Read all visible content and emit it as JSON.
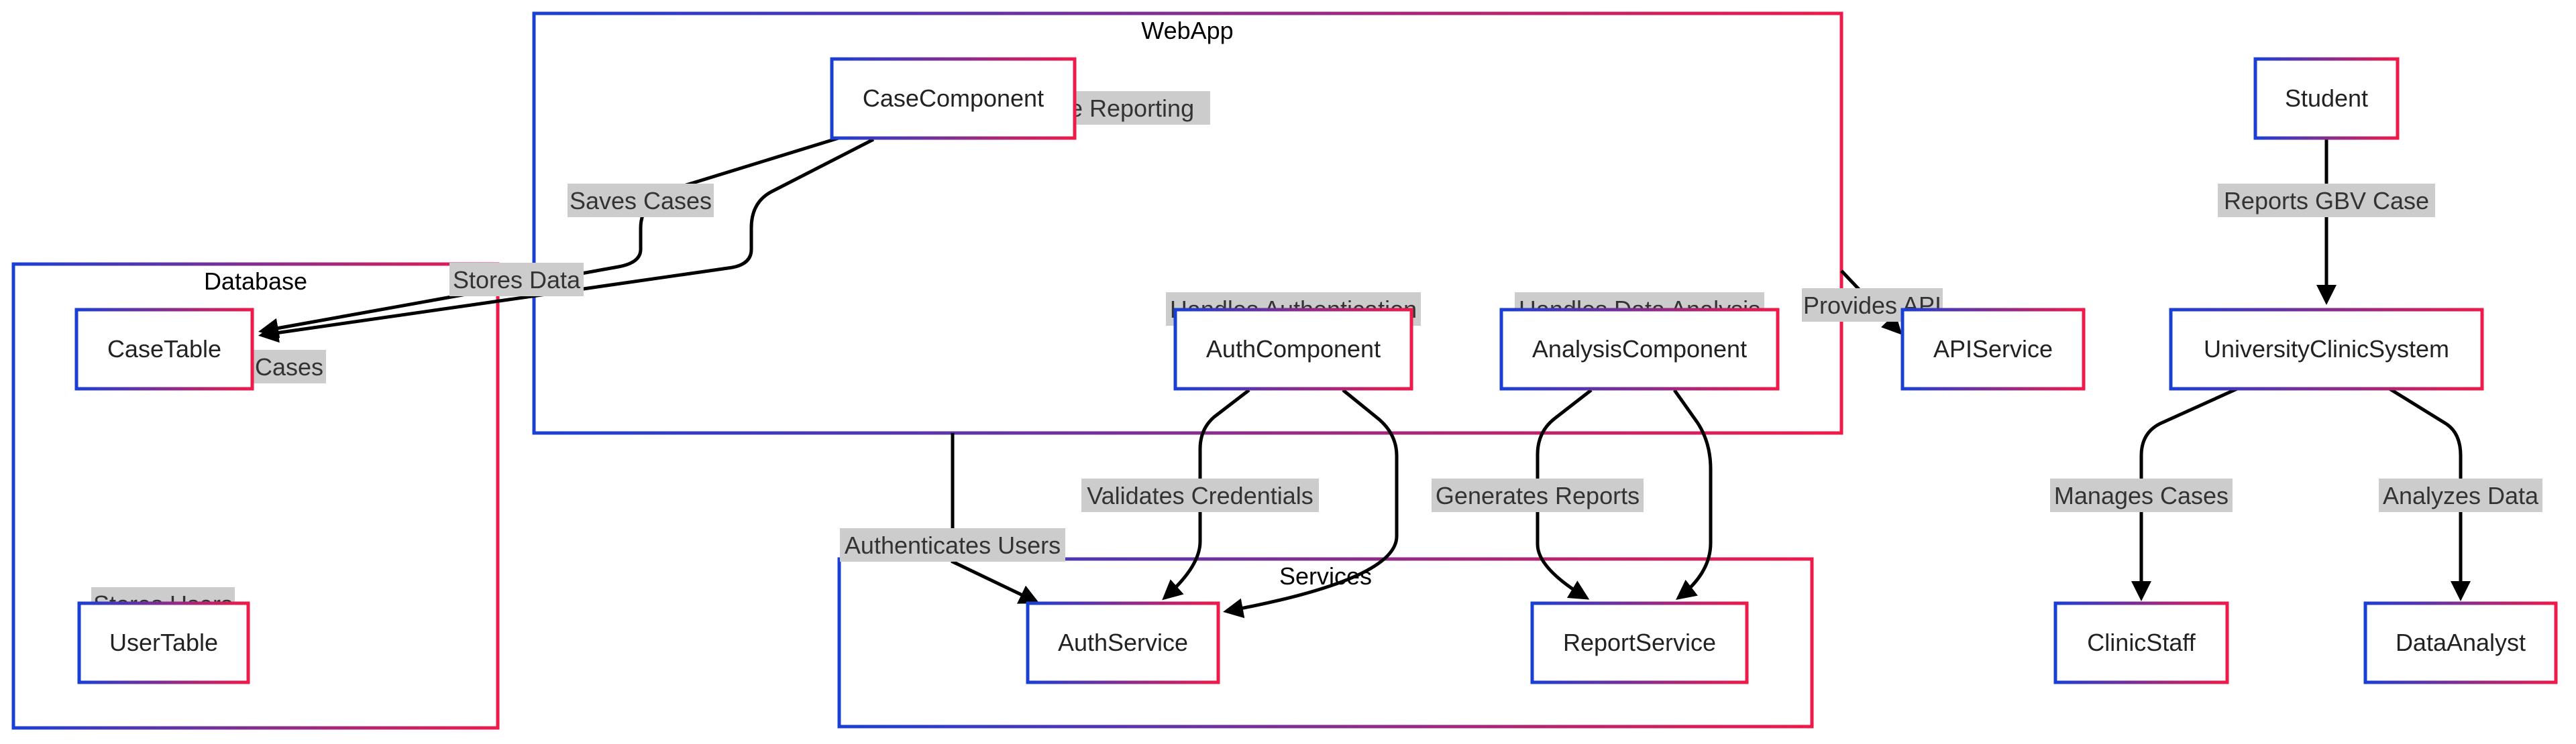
{
  "diagram": {
    "type": "flowchart",
    "colors": {
      "node_border_start": "#1a3fd4",
      "node_border_end": "#ee1a4a",
      "node_fill": "#ffffff",
      "edge": "#000000",
      "label_bg": "#cccccc",
      "text": "#333333"
    },
    "clusters": {
      "webapp": {
        "title": "WebApp"
      },
      "database": {
        "title": "Database"
      },
      "services": {
        "title": "Services"
      }
    },
    "nodes": {
      "case_component": "CaseComponent",
      "auth_component": "AuthComponent",
      "analysis_component": "AnalysisComponent",
      "case_table": "CaseTable",
      "user_table": "UserTable",
      "auth_service": "AuthService",
      "report_service": "ReportService",
      "api_service": "APIService",
      "student": "Student",
      "university_clinic_system": "UniversityClinicSystem",
      "clinic_staff": "ClinicStaff",
      "data_analyst": "DataAnalyst"
    },
    "edge_labels": {
      "handles_case_reporting": "Handles Case Reporting",
      "saves_cases": "Saves Cases",
      "stores_data": "Stores Data",
      "stores_cases": "Stores Cases",
      "stores_users": "Stores Users",
      "handles_authentication": "Handles Authentication",
      "handles_data_analysis": "Handles Data Analysis",
      "provides_api": "Provides API",
      "reports_gbv_case": "Reports GBV Case",
      "validates_credentials": "Validates Credentials",
      "authenticates_users": "Authenticates Users",
      "generates_reports": "Generates Reports",
      "manages_cases": "Manages Cases",
      "analyzes_data": "Analyzes Data"
    }
  }
}
